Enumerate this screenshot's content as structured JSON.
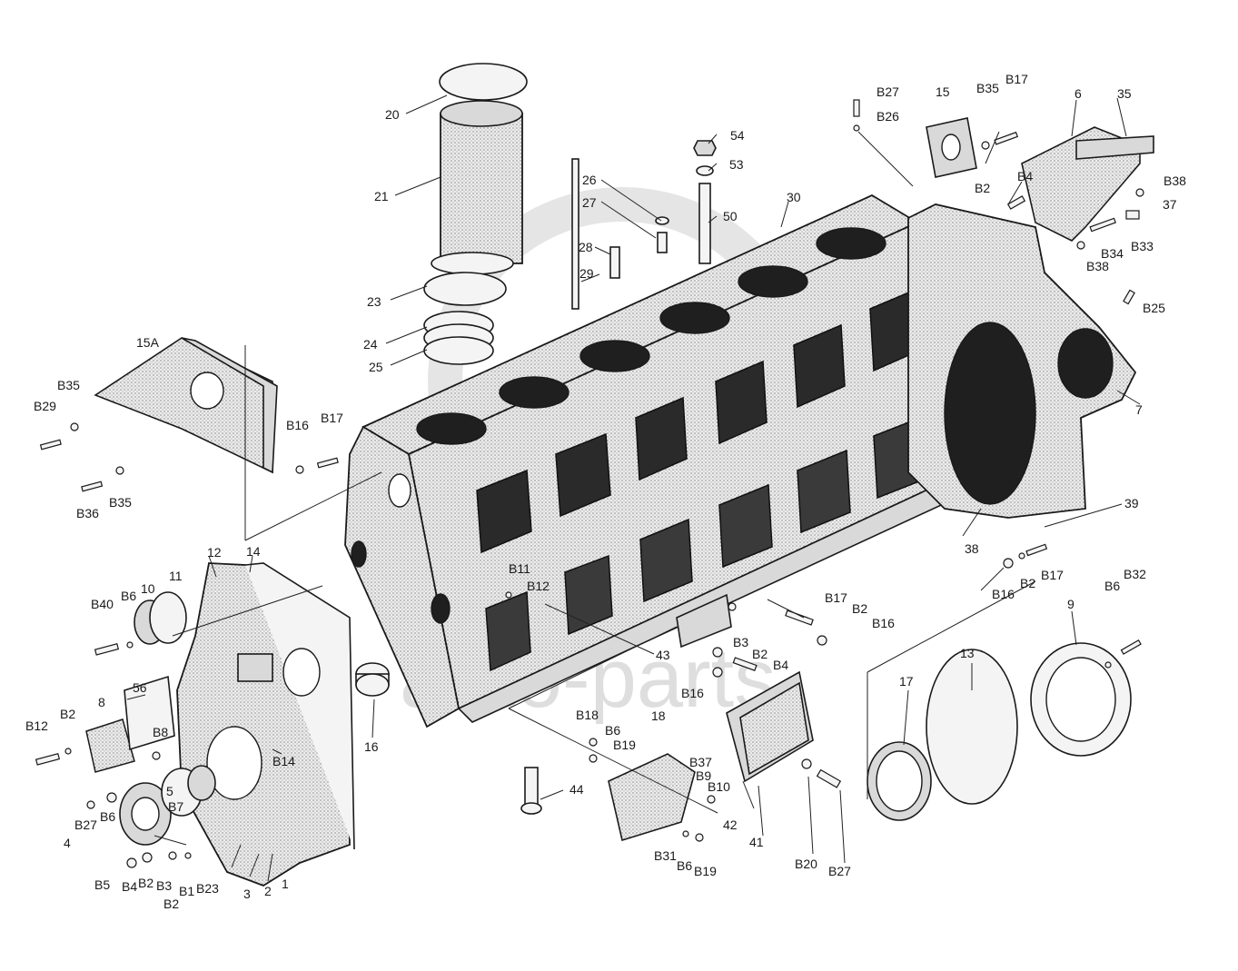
{
  "watermark": {
    "text": "auto-parts"
  },
  "labels": {
    "l20": "20",
    "l21": "21",
    "l23": "23",
    "l24": "24",
    "l25": "25",
    "l26": "26",
    "l27": "27",
    "l28": "28",
    "l29": "29",
    "l30": "30",
    "l50": "50",
    "l53": "53",
    "l54": "54",
    "l15": "15",
    "l6": "6",
    "l35": "35",
    "l7": "7",
    "l38": "38",
    "l39": "39",
    "lB27a": "B27",
    "lB26": "B26",
    "lB35a": "B35",
    "lB17a": "B17",
    "lB2a": "B2",
    "lB4a": "B4",
    "lB38a": "B38",
    "l37": "37",
    "lB34": "B34",
    "lB33": "B33",
    "lB38b": "B38",
    "lB25": "B25",
    "l15A": "15A",
    "lB35b": "B35",
    "lB29": "B29",
    "lB36": "B36",
    "lB35c": "B35",
    "lB16a": "B16",
    "lB17b": "B17",
    "l12": "12",
    "l14": "14",
    "l10": "10",
    "l11": "11",
    "lB40": "B40",
    "lB6a": "B6",
    "l56": "56",
    "l8": "8",
    "lB12a": "B12",
    "lB2b": "B2",
    "lB8": "B8",
    "lB14": "B14",
    "l16": "16",
    "lB11": "B11",
    "lB12b": "B12",
    "lB17c": "B17",
    "lB2c": "B2",
    "lB16b": "B16",
    "l43": "43",
    "lB3a": "B3",
    "lB2d": "B2",
    "lB4b": "B4",
    "lB16c": "B16",
    "lB16d": "B16",
    "lB2e": "B2",
    "lB17d": "B17",
    "lB6b": "B6",
    "lB32": "B32",
    "l9": "9",
    "l13": "13",
    "l17": "17",
    "l5": "5",
    "lB7": "B7",
    "lB27b": "B27",
    "lB6c": "B6",
    "l4": "4",
    "lB5": "B5",
    "lB4c": "B4",
    "lB2f": "B2",
    "lB3b": "B3",
    "lB1": "B1",
    "lB23": "B23",
    "lB2g": "B2",
    "l3": "3",
    "l2": "2",
    "l1": "1",
    "lB18": "B18",
    "lB6d": "B6",
    "lB19a": "B19",
    "l18": "18",
    "lB37": "B37",
    "lB9": "B9",
    "lB10": "B10",
    "l44": "44",
    "l42": "42",
    "l41": "41",
    "lB20": "B20",
    "lB27c": "B27",
    "lB31": "B31",
    "lB6e": "B6",
    "lB19b": "B19"
  }
}
